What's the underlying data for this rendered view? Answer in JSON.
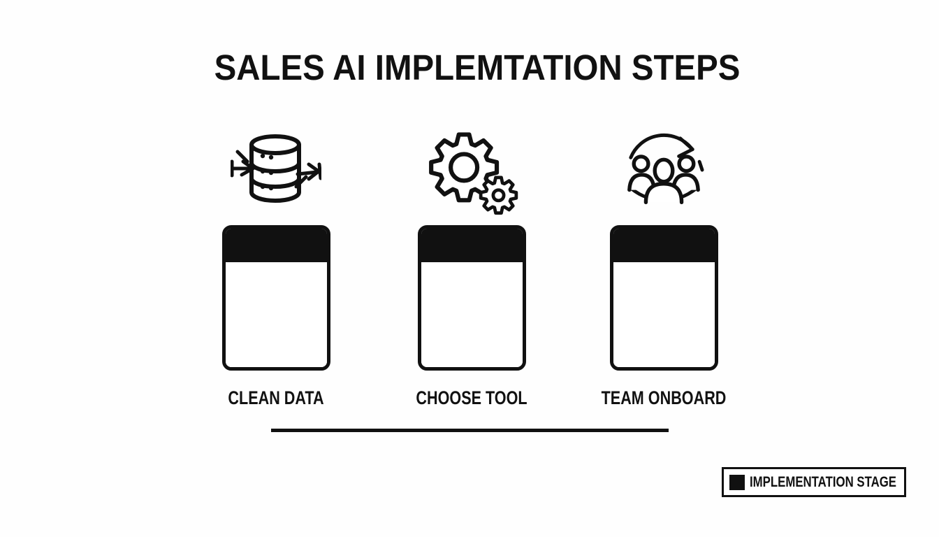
{
  "title": "SALES AI IMPLEMTATION STEPS",
  "colors": {
    "ink": "#111111"
  },
  "steps": [
    {
      "label": "CLEAN DATA",
      "icon": "database-clean-icon"
    },
    {
      "label": "CHOOSE TOOL",
      "icon": "gears-icon"
    },
    {
      "label": "TEAM ONBOARD",
      "icon": "team-cycle-icon"
    }
  ],
  "legend": {
    "label": "IMPLEMENTATION STAGE",
    "swatch_color": "#111111"
  }
}
